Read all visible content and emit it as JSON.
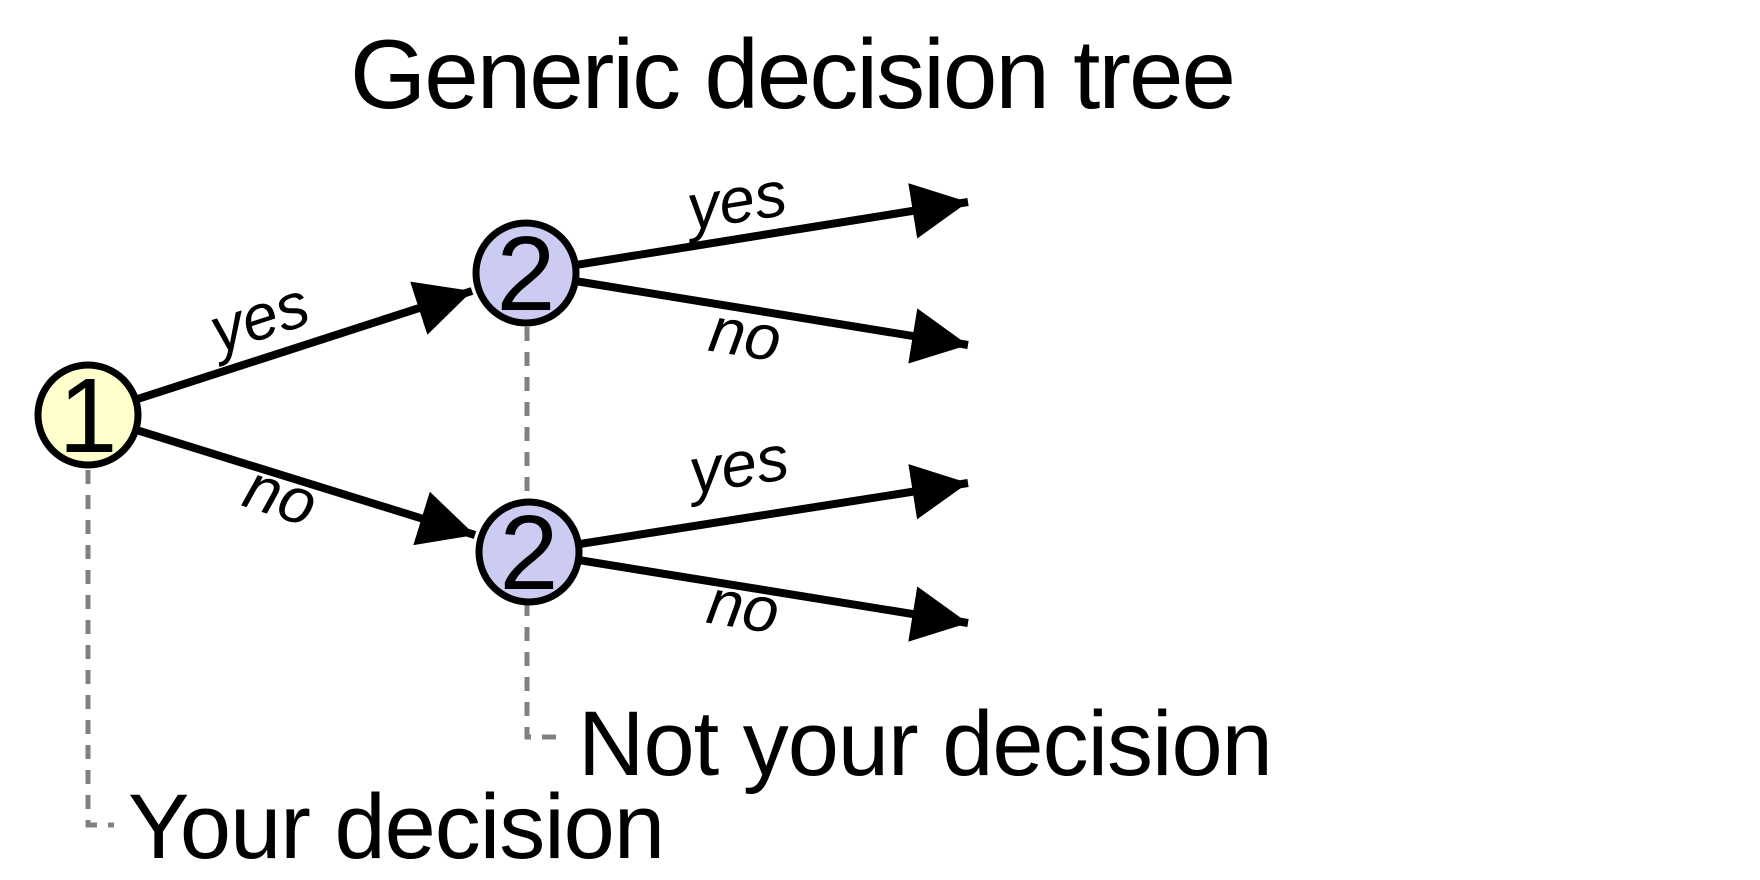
{
  "title": "Generic decision tree",
  "colors": {
    "line": "#000000",
    "decision_node_fill": "#ffffcc",
    "chance_node_fill": "#ccccf2",
    "node_stroke": "#000000",
    "callout_line": "#808080",
    "background": "#ffffff"
  },
  "nodes": [
    {
      "label": "1",
      "fill": "#ffffcc",
      "annotation": "Your decision"
    },
    {
      "label": "2",
      "fill": "#ccccf2",
      "annotation": "Not your decision"
    },
    {
      "label": "2",
      "fill": "#ccccf2"
    }
  ],
  "edge_labels": {
    "root_yes": "yes",
    "root_no": "no",
    "top_yes": "yes",
    "top_no": "no",
    "bottom_yes": "yes",
    "bottom_no": "no"
  },
  "annotations": {
    "your_decision": "Your decision",
    "not_your_decision": "Not your decision"
  }
}
